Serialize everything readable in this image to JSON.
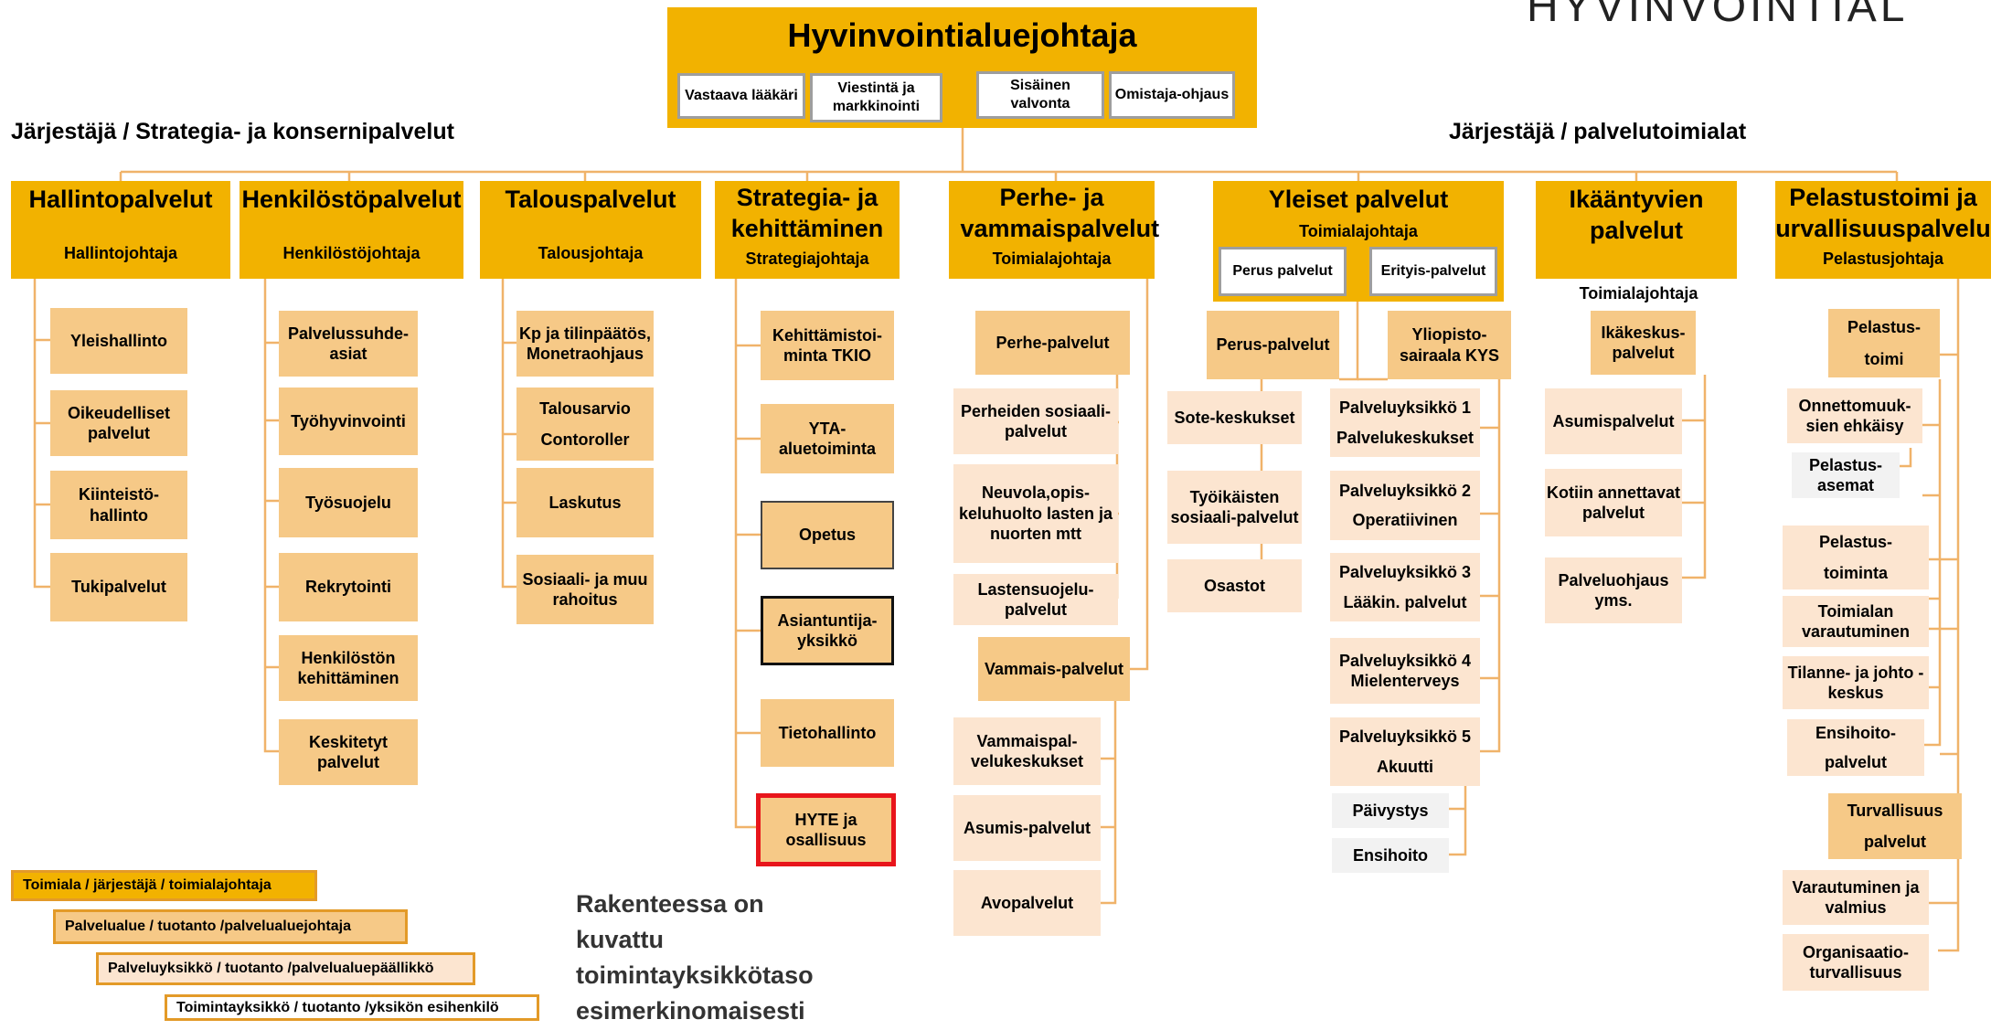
{
  "brand": "HYVINVOINTIAL",
  "top": {
    "title": "Hyvinvointialuejohtaja",
    "boxes": [
      "Vastaava lääkäri",
      "Viestintä ja markkinointi",
      "Sisäinen valvonta",
      "Omistaja-ohjaus"
    ]
  },
  "section_left": "Järjestäjä / Strategia- ja konsernipalvelut",
  "section_right": "Järjestäjä / palvelutoimialat",
  "columns": {
    "hallinto": {
      "title": "Hallintopalvelut",
      "lead": "Hallintojohtaja",
      "units": [
        "Yleishallinto",
        "Oikeudelliset palvelut",
        "Kiinteistö-hallinto",
        "Tukipalvelut"
      ]
    },
    "henkilosto": {
      "title": "Henkilöstöpalvelut",
      "lead": "Henkilöstöjohtaja",
      "units": [
        "Palvelussuhde-asiat",
        "Työhyvinvointi",
        "Työsuojelu",
        "Rekrytointi",
        "Henkilöstön kehittäminen",
        "Keskitetyt palvelut"
      ]
    },
    "talous": {
      "title": "Talouspalvelut",
      "lead": "Talousjohtaja",
      "units": [
        "Kp ja tilinpäätös, Monetraohjaus",
        "Talousarvio",
        "Contoroller",
        "Laskutus",
        "Sosiaali- ja muu rahoitus"
      ]
    },
    "strategia": {
      "title": "Strategia- ja kehittäminen",
      "lead": "Strategiajohtaja",
      "units": [
        "Kehittämistoi-minta TKIO",
        "YTA-aluetoiminta",
        "Opetus",
        "Asiantuntija-yksikkö",
        "Tietohallinto",
        "HYTE ja osallisuus"
      ]
    },
    "perhe": {
      "title": "Perhe- ja vammaispalvelut",
      "lead": "Toimialajohtaja",
      "units": [
        "Perhe-palvelut",
        "Perheiden sosiaali-palvelut",
        "Neuvola,opis-keluhuolto lasten ja nuorten mtt",
        "Lastensuojelu-palvelut",
        "Vammais-palvelut",
        "Vammaispal-velukeskukset",
        "Asumis-palvelut",
        "Avopalvelut"
      ]
    },
    "yleiset": {
      "title": "Yleiset palvelut",
      "lead": "Toimialajohtaja",
      "sub": [
        "Perus palvelut",
        "Erityis-palvelut"
      ],
      "units": [
        "Perus-palvelut",
        "Yliopisto-sairaala KYS",
        "Sote-keskukset",
        "Työikäisten sosiaali-palvelut",
        "Osastot",
        "Palveluyksikkö 1",
        "Palvelukeskukset",
        "Palveluyksikkö 2",
        "Operatiivinen",
        "Palveluyksikkö 3",
        "Lääkin. palvelut",
        "Palveluyksikkö 4 Mielenterveys",
        "Palveluyksikkö 5",
        "Akuutti",
        "Päivystys",
        "Ensihoito"
      ]
    },
    "ikaantyvien": {
      "title": "Ikääntyvien palvelut",
      "lead": "Toimialajohtaja",
      "units": [
        "Ikäkeskus-palvelut",
        "Asumispalvelut",
        "Kotiin annettavat palvelut",
        "Palveluohjaus yms."
      ]
    },
    "pelastus": {
      "title": "Pelastustoimi ja turvallisuuspalvelut",
      "lead": "Pelastusjohtaja",
      "units": [
        "Pelastus-",
        "toimi",
        "Onnettomuuk-sien ehkäisy",
        "Pelastus-asemat",
        "Pelastus-",
        "toiminta",
        "Toimialan varautuminen",
        "Tilanne- ja johto -keskus",
        "Ensihoito-",
        "palvelut",
        "Turvallisuus",
        "palvelut",
        "Varautuminen ja valmius",
        "Organisaatio-turvallisuus"
      ]
    }
  },
  "legend": [
    "Toimiala / järjestäjä / toimialajohtaja",
    "Palvelualue / tuotanto /palvelualuejohtaja",
    "Palveluyksikkö / tuotanto /palvelualuepäällikkö",
    "Toimintayksikkö / tuotanto /yksikön esihenkilö"
  ],
  "note": [
    "Rakenteessa on",
    "kuvattu",
    "toimintayksikkötaso",
    "esimerkinomaisesti"
  ],
  "colors": {
    "level1": "#f2b200",
    "level2": "#f6c987",
    "level3": "#fce5d0",
    "level4": "#f2f2f2",
    "connector": "#f0b36a",
    "highlight": "#e8151b"
  }
}
